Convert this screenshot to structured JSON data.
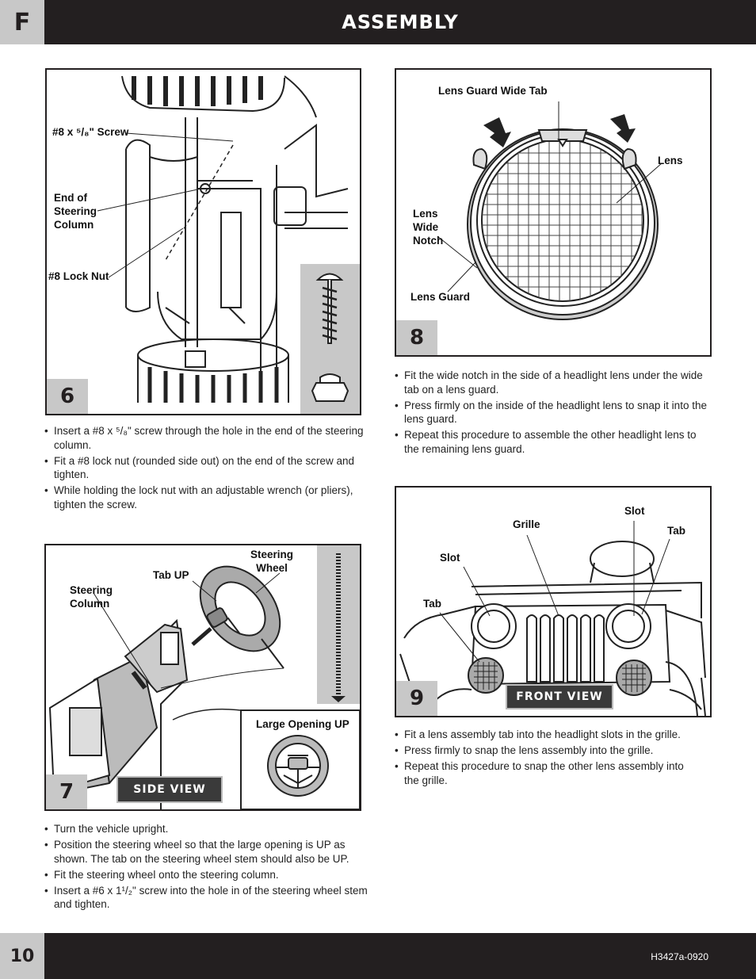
{
  "header": {
    "section_letter": "F",
    "title": "ASSEMBLY"
  },
  "footer": {
    "page_number": "10",
    "doc_code": "H3427a-0920"
  },
  "step6": {
    "number": "6",
    "labels": {
      "screw": "#8 x ⁵/₈\" Screw",
      "end_column": "End of\nSteering\nColumn",
      "lock_nut": "#8 Lock Nut"
    },
    "bullets": [
      "Insert a #8 x ⁵/₈\" screw through the hole in the end of the steering column.",
      "Fit a #8 lock nut (rounded side out) on the end of the screw and tighten.",
      "While holding the lock nut with an adjustable wrench (or pliers), tighten the screw."
    ]
  },
  "step7": {
    "number": "7",
    "labels": {
      "steering_wheel": "Steering\nWheel",
      "tab_up": "Tab UP",
      "steering_column": "Steering\nColumn",
      "large_opening": "Large Opening UP",
      "side_view": "SIDE VIEW"
    },
    "bullets": [
      "Turn the vehicle upright.",
      "Position the steering wheel so that the large opening is UP as shown. The tab on the steering wheel stem should also be UP.",
      "Fit the steering wheel onto the steering column.",
      "Insert a #6 x 1¹/₂\" screw into the hole in of the steering wheel stem and tighten."
    ]
  },
  "step8": {
    "number": "8",
    "labels": {
      "wide_tab": "Lens Guard Wide Tab",
      "lens": "Lens",
      "wide_notch": "Lens\nWide\nNotch",
      "lens_guard": "Lens Guard"
    },
    "bullets": [
      "Fit the wide notch in the side of a headlight lens under the wide tab on a lens guard.",
      "Press firmly on the inside of the headlight lens to snap it into the lens guard.",
      "Repeat this procedure to assemble the other headlight lens to the remaining lens guard."
    ]
  },
  "step9": {
    "number": "9",
    "labels": {
      "slot_top": "Slot",
      "grille": "Grille",
      "tab_right": "Tab",
      "slot_left": "Slot",
      "tab_left": "Tab",
      "front_view": "FRONT VIEW"
    },
    "bullets": [
      "Fit a lens assembly tab into the headlight slots in the grille.",
      "Press firmly to snap the lens assembly into the grille.",
      "Repeat this procedure to snap the other lens assembly into the grille."
    ]
  }
}
